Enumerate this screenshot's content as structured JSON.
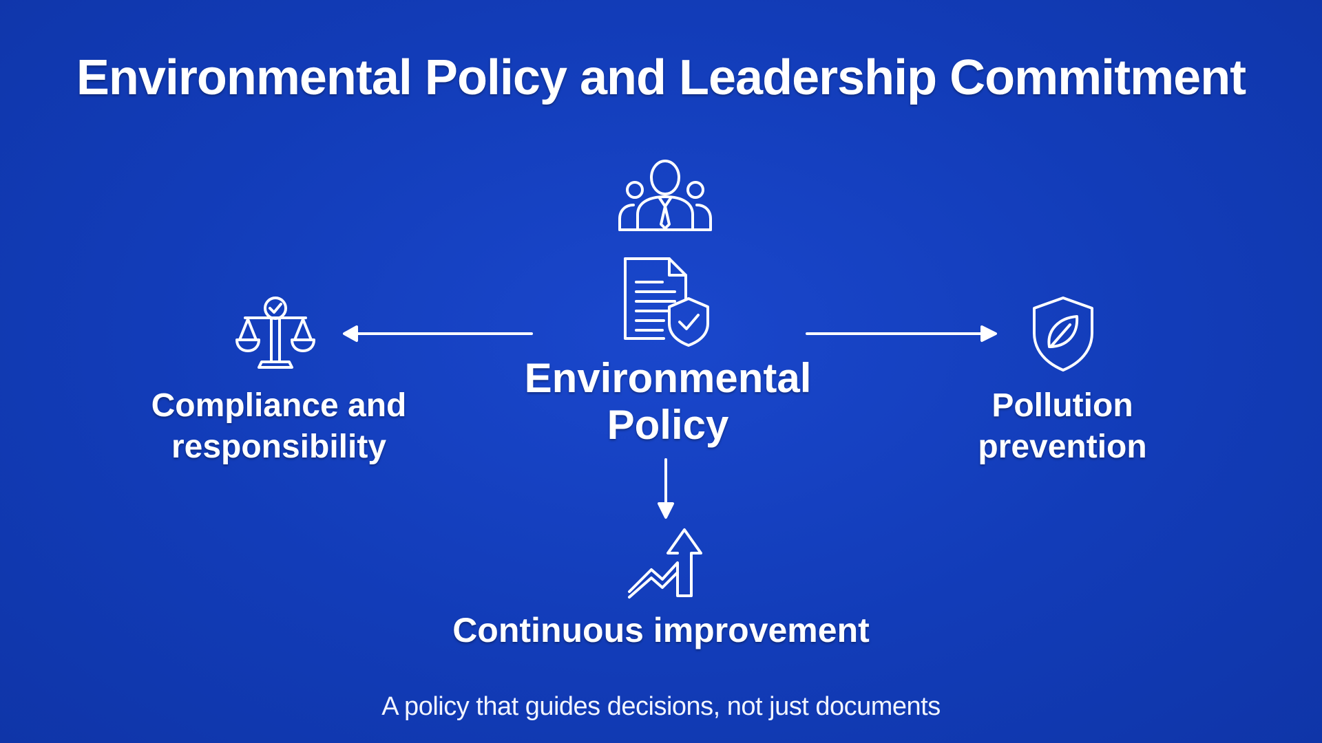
{
  "title": "Environmental Policy and Leadership Commitment",
  "center": {
    "label_lines": [
      "Environmental",
      "Policy"
    ],
    "icon": "policy-document-shield-icon",
    "leadership_icon": "leadership-team-icon"
  },
  "nodes": {
    "left": {
      "label_lines": [
        "Compliance and",
        "responsibility"
      ],
      "icon": "scales-check-icon"
    },
    "right": {
      "label_lines": [
        "Pollution",
        "prevention"
      ],
      "icon": "shield-leaf-icon"
    },
    "bottom": {
      "label_lines": [
        "Continuous improvement"
      ],
      "icon": "rising-chart-arrow-icon"
    }
  },
  "footer": "A policy that guides decisions, not just documents",
  "colors": {
    "background": "#123cb8",
    "foreground": "#ffffff"
  }
}
